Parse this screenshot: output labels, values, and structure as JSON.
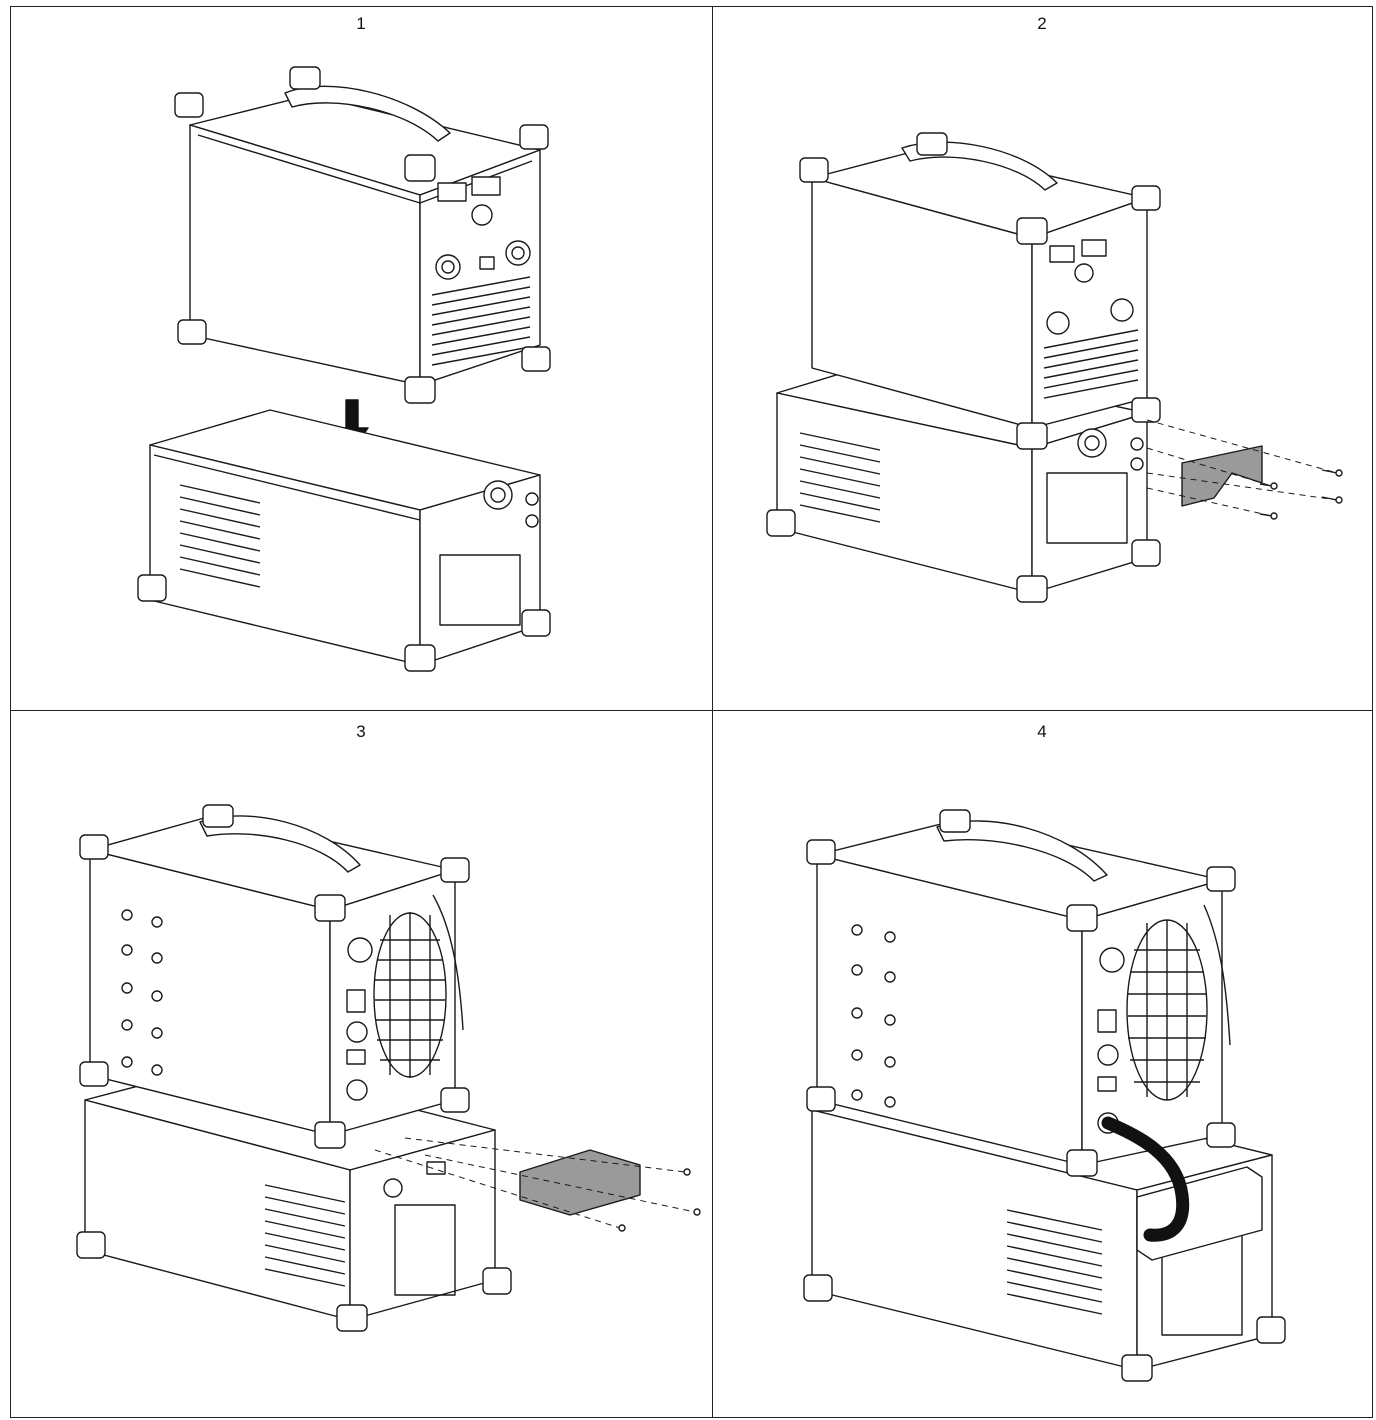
{
  "steps": [
    {
      "number": "1"
    },
    {
      "number": "2"
    },
    {
      "number": "3"
    },
    {
      "number": "4"
    }
  ],
  "colors": {
    "line": "#1a1a1a",
    "panel_gray": "#9a9a9a",
    "hose": "#111111",
    "paper": "#ffffff"
  },
  "icons": [
    "down-arrow-icon",
    "screw-icon",
    "bracket-plate-icon",
    "coolant-hose-icon",
    "vent-grille-icon",
    "control-panel-icon"
  ]
}
